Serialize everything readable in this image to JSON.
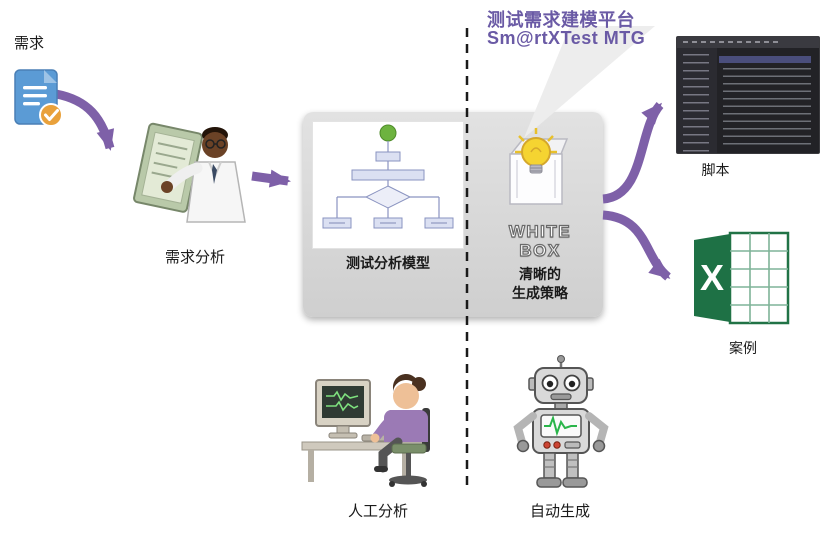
{
  "diagram": {
    "title_line1": "测试需求建模平台",
    "title_line2": "Sm@rtXTest MTG",
    "nodes": {
      "requirements": "需求",
      "requirements_analysis": "需求分析",
      "test_analysis_model": "测试分析模型",
      "white_box_line1": "WHITE",
      "white_box_line2": "BOX",
      "strategy_line1": "清晰的",
      "strategy_line2": "生成策略",
      "script": "脚本",
      "test_case": "案例",
      "manual_analysis": "人工分析",
      "auto_generation": "自动生成",
      "excel_letter": "X"
    },
    "colors": {
      "arrow_purple": "#7e60a8",
      "title_purple": "#6a5aa5",
      "panel_gray": "#d9d9d9",
      "excel_green": "#1e7145",
      "doc_blue": "#5b9bd5",
      "check_orange": "#e9a13b",
      "bulb_yellow": "#f5d431"
    }
  }
}
